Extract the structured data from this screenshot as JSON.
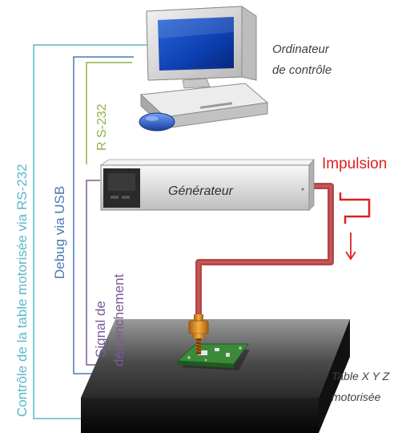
{
  "labels": {
    "computer_line1": "Ordinateur",
    "computer_line2": "de contrôle",
    "generator": "Générateur",
    "impulsion": "Impulsion",
    "rs232_vertical": "R S-232",
    "debug_usb": "Debug via USB",
    "rs232_control": "Contrôle de la table motorisée via RS-232",
    "trigger_line1": "Signal de",
    "trigger_line2": "déclenchement",
    "table_line1": "Table X Y Z",
    "table_line2": "motorisée"
  },
  "colors": {
    "rs232_control_line": "#5bb8c8",
    "rs232_line": "#8fb34a",
    "usb_line": "#4a7ab0",
    "trigger_line": "#7a5a9a",
    "cable": "#b54848",
    "impulsion": "#e02020",
    "table_top": "#3a3a3a",
    "table_side": "#151515",
    "pcb": "#3a8a3a",
    "probe_gold": "#d08a20",
    "generator_body": "#e6e6e6",
    "generator_panel": "#2a2a2a"
  },
  "icons": {
    "computer": "desktop-computer-icon",
    "mouse": "mouse-icon",
    "generator": "pulse-generator-icon",
    "probe": "injection-probe-icon",
    "table": "xyz-table-icon",
    "pulse": "pulse-waveform-icon",
    "arrow": "down-arrow-icon"
  }
}
